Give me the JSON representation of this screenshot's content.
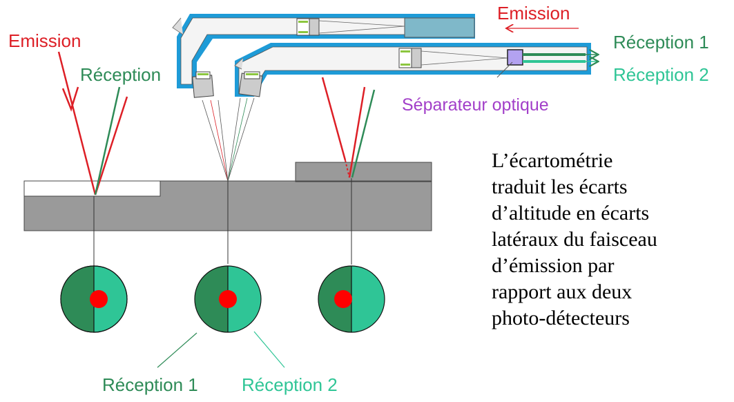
{
  "labels": {
    "emission_left": "Emission",
    "reception_left": "Réception",
    "emission_top": "Emission",
    "reception_1_right": "Réception 1",
    "reception_2_right": "Réception 2",
    "separator": "Séparateur optique",
    "reception_1_bottom": "Réception 1",
    "reception_2_bottom": "Réception 2"
  },
  "description": {
    "lines": [
      "L’écartométrie",
      "traduit les écarts",
      "d’altitude en écarts",
      "latéraux du faisceau",
      "d’émission par",
      "rapport aux deux",
      "photo-détecteurs"
    ]
  },
  "colors": {
    "emission": "#dd1f26",
    "reception": "#2e8b57",
    "reception_2": "#2fc596",
    "separator": "#a23fc9",
    "surface": "#9a9a9a",
    "fiber_blue": "#1e9bd7",
    "detector_dark": "#2e8b57",
    "detector_light": "#2fc596",
    "spot": "#ff0000"
  }
}
